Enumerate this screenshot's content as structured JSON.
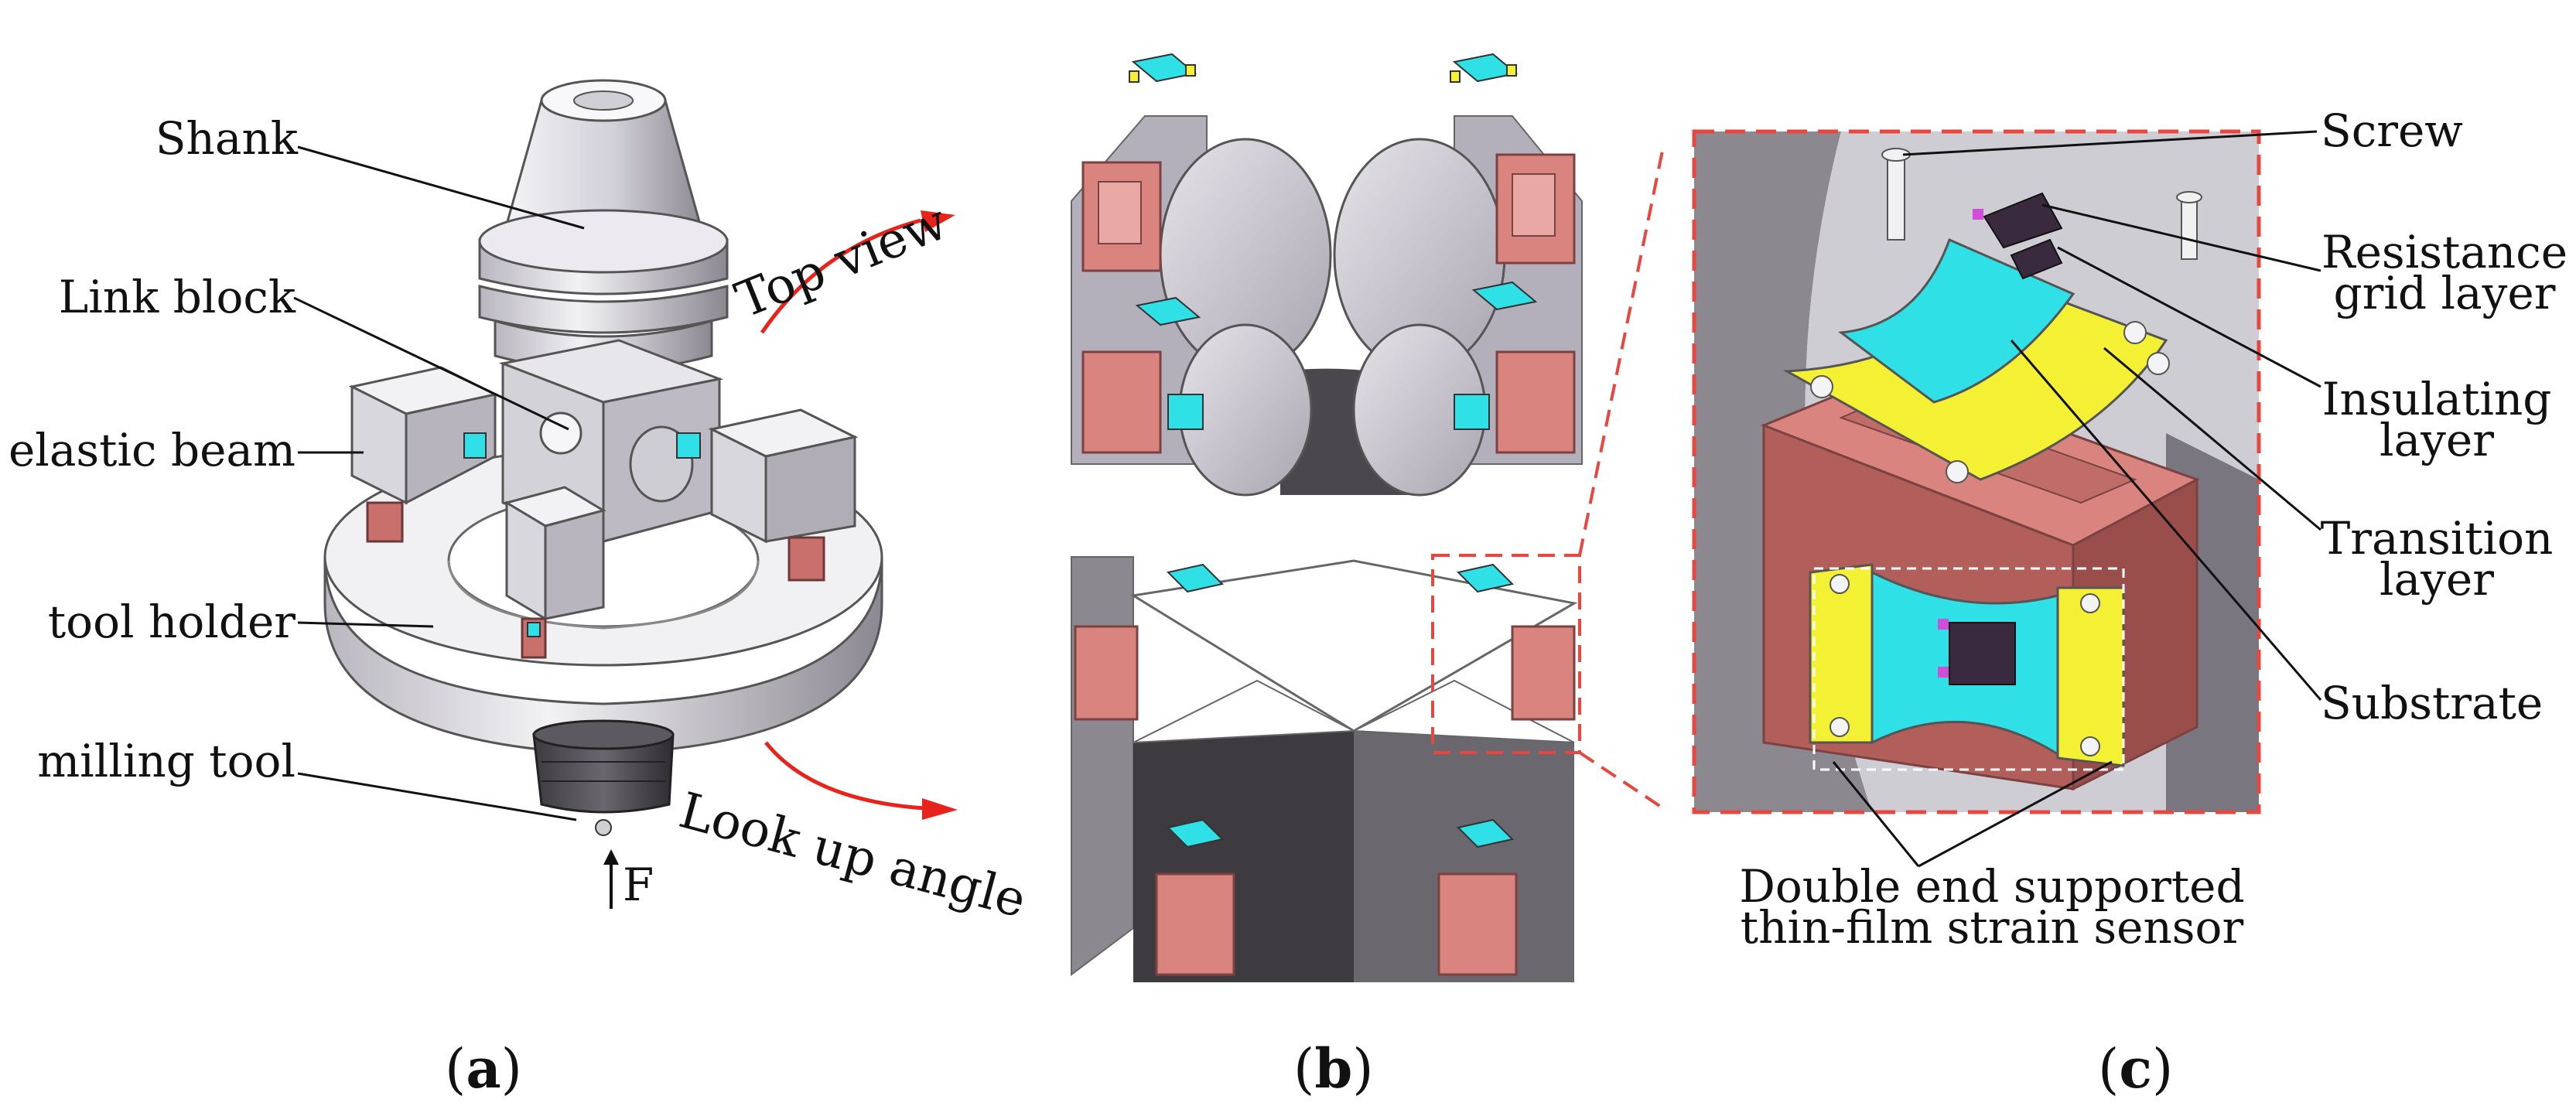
{
  "panel_a": {
    "labels": {
      "shank": "Shank",
      "link_block": "Link block",
      "elastic_beam": "elastic beam",
      "tool_holder": "tool holder",
      "milling_tool": "milling tool",
      "force": "F"
    },
    "arrows": {
      "top_view": "Top view",
      "look_up_angle": "Look up angle"
    },
    "caption": {
      "open": "(",
      "letter": "a",
      "close": ")"
    }
  },
  "panel_b": {
    "caption": {
      "open": "(",
      "letter": "b",
      "close": ")"
    }
  },
  "panel_c": {
    "labels": {
      "screw": "Screw",
      "resistance_grid_1": "Resistance",
      "resistance_grid_2": "grid layer",
      "insulating_1": "Insulating",
      "insulating_2": "layer",
      "transition_1": "Transition",
      "transition_2": "layer",
      "substrate": "Substrate",
      "sensor_1": "Double end supported",
      "sensor_2": "thin-film strain sensor"
    },
    "caption": {
      "open": "(",
      "letter": "c",
      "close": ")"
    }
  },
  "colors": {
    "metal_light": "#eeeef2",
    "metal_mid": "#c8c6ce",
    "metal_dark": "#6f6b75",
    "shadow": "#55535a",
    "pink": "#d9847f",
    "pink_dark": "#a65b58",
    "cyan": "#2fe0e6",
    "yellow": "#f4f034",
    "sensor_dark": "#3a2a3e",
    "magenta": "#d14fd6",
    "red_arrow": "#e8231c",
    "dash_red": "#e8473f"
  }
}
